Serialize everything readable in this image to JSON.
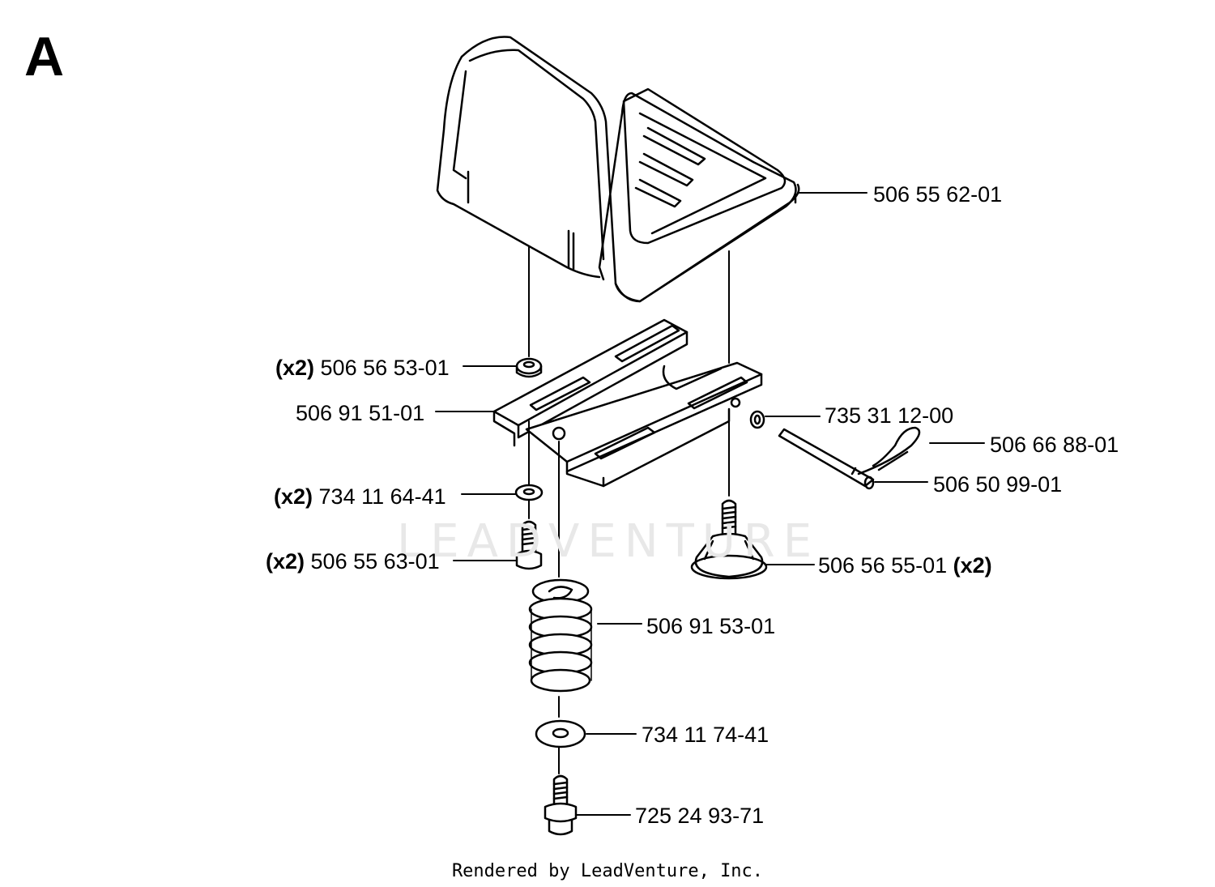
{
  "section_letter": "A",
  "watermark": "LEADVENTURE",
  "credit": "Rendered by LeadVenture, Inc.",
  "parts": [
    {
      "part_no": "506 55 62-01",
      "qty": ""
    },
    {
      "part_no": "506 56 53-01",
      "qty": "(x2)"
    },
    {
      "part_no": "506 91 51-01",
      "qty": ""
    },
    {
      "part_no": "735 31 12-00",
      "qty": ""
    },
    {
      "part_no": "506 66 88-01",
      "qty": ""
    },
    {
      "part_no": "506 50 99-01",
      "qty": ""
    },
    {
      "part_no": "734 11 64-41",
      "qty": "(x2)"
    },
    {
      "part_no": "506 55 63-01",
      "qty": "(x2)"
    },
    {
      "part_no": "506 56 55-01",
      "qty": "(x2)"
    },
    {
      "part_no": "506 91 53-01",
      "qty": ""
    },
    {
      "part_no": "734 11 74-41",
      "qty": ""
    },
    {
      "part_no": "725 24 93-71",
      "qty": ""
    }
  ]
}
